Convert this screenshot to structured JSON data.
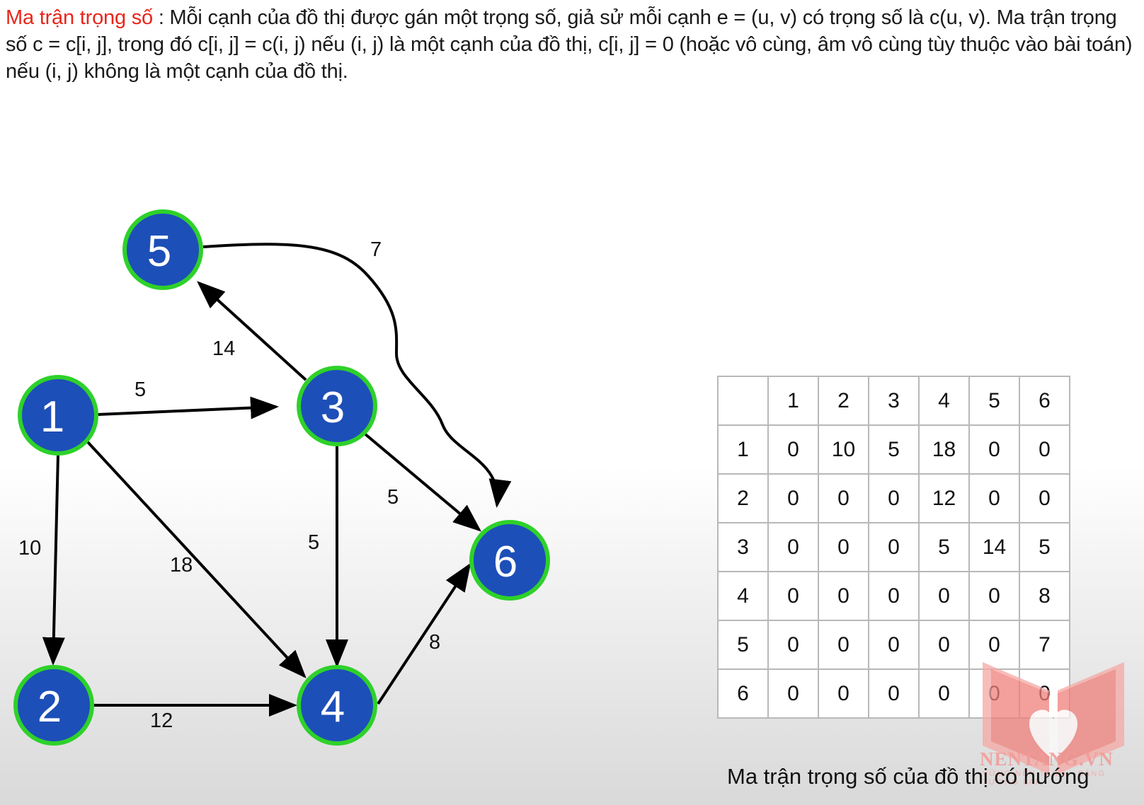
{
  "intro": {
    "term": "Ma trận trọng số",
    "text": " : Mỗi cạnh của đồ thị được gán một trọng số, giả sử mỗi cạnh e = (u, v) có trọng số là c(u, v). Ma trận trọng số c = c[i, j], trong đó c[i, j] = c(i, j) nếu (i, j) là một cạnh của đồ thị, c[i, j] = 0 (hoặc vô cùng, âm vô cùng tùy thuộc vào bài toán) nếu (i, j) không là một cạnh của đồ thị."
  },
  "graph": {
    "nodes": [
      {
        "id": "1",
        "label": "1"
      },
      {
        "id": "2",
        "label": "2"
      },
      {
        "id": "3",
        "label": "3"
      },
      {
        "id": "4",
        "label": "4"
      },
      {
        "id": "5",
        "label": "5"
      },
      {
        "id": "6",
        "label": "6"
      }
    ],
    "edges": [
      {
        "from": "1",
        "to": "3",
        "weight": "5"
      },
      {
        "from": "1",
        "to": "2",
        "weight": "10"
      },
      {
        "from": "1",
        "to": "4",
        "weight": "18"
      },
      {
        "from": "2",
        "to": "4",
        "weight": "12"
      },
      {
        "from": "3",
        "to": "5",
        "weight": "14"
      },
      {
        "from": "3",
        "to": "4",
        "weight": "5"
      },
      {
        "from": "3",
        "to": "6",
        "weight": "5"
      },
      {
        "from": "4",
        "to": "6",
        "weight": "8"
      },
      {
        "from": "5",
        "to": "6",
        "weight": "7"
      }
    ],
    "colors": {
      "node_fill": "#1d4fb8",
      "node_border": "#2ed12a",
      "edge": "#000000",
      "term": "#e8261b"
    }
  },
  "matrix": {
    "header": [
      "",
      "1",
      "2",
      "3",
      "4",
      "5",
      "6"
    ],
    "rows": [
      [
        "1",
        "0",
        "10",
        "5",
        "18",
        "0",
        "0"
      ],
      [
        "2",
        "0",
        "0",
        "0",
        "12",
        "0",
        "0"
      ],
      [
        "3",
        "0",
        "0",
        "0",
        "5",
        "14",
        "5"
      ],
      [
        "4",
        "0",
        "0",
        "0",
        "0",
        "0",
        "8"
      ],
      [
        "5",
        "0",
        "0",
        "0",
        "0",
        "0",
        "7"
      ],
      [
        "6",
        "0",
        "0",
        "0",
        "0",
        "0",
        "0"
      ]
    ]
  },
  "caption": "Ma trận trọng số của đồ thị có hướng",
  "watermark": {
    "name": "NENTANG.VN",
    "tagline": "VỮNG NỀN TẢNG · SÁNG TƯƠNG LAI"
  }
}
